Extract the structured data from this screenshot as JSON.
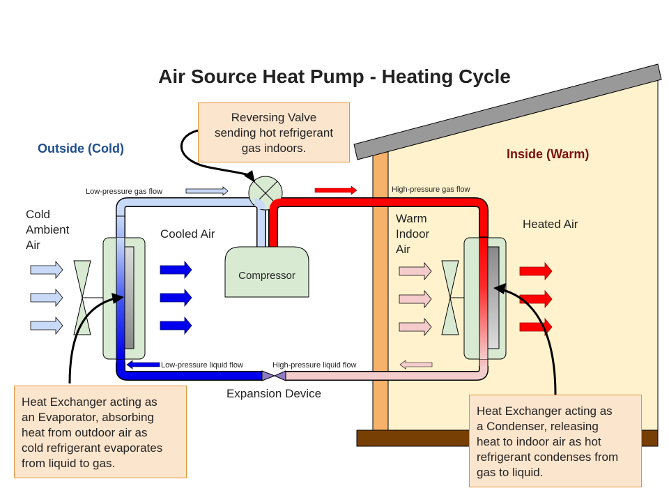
{
  "title": "Air Source Heat Pump - Heating Cycle",
  "zones": {
    "outside": "Outside (Cold)",
    "inside": "Inside (Warm)"
  },
  "labels": {
    "cold_ambient_air": "Cold\nAmbient\nAir",
    "cooled_air": "Cooled Air",
    "warm_indoor_air": "Warm\nIndoor\nAir",
    "heated_air": "Heated Air",
    "compressor": "Compressor",
    "expansion_device": "Expansion Device"
  },
  "flows": {
    "low_pressure_gas": "Low-pressure gas flow",
    "high_pressure_gas": "High-pressure gas flow",
    "low_pressure_liquid": "Low-pressure liquid flow",
    "high_pressure_liquid": "High-pressure liquid flow"
  },
  "callouts": {
    "reversing_valve": "Reversing Valve\nsending hot refrigerant\ngas indoors.",
    "evaporator": "Heat Exchanger acting as\nan Evaporator, absorbing\nheat from outdoor air as\ncold refrigerant evaporates\nfrom liquid to gas.",
    "condenser": "Heat Exchanger acting as\na Condenser, releasing\nheat to indoor air as hot\nrefrigerant condenses from\ngas to liquid."
  },
  "colors": {
    "outside_label": "#1f4e8c",
    "inside_label": "#7a1010",
    "hot_gas": "#ff0000",
    "cold_liquid": "#0000ee",
    "cool_gas": "#c9daf8",
    "warm_liquid": "#f4cccc",
    "house_wall": "#fff2cc",
    "roof": "#999999",
    "floor": "#783f04",
    "post": "#f6b26b",
    "component": "#d9ead3",
    "callout_bg": "#fce5cd",
    "callout_border": "#e69138"
  }
}
